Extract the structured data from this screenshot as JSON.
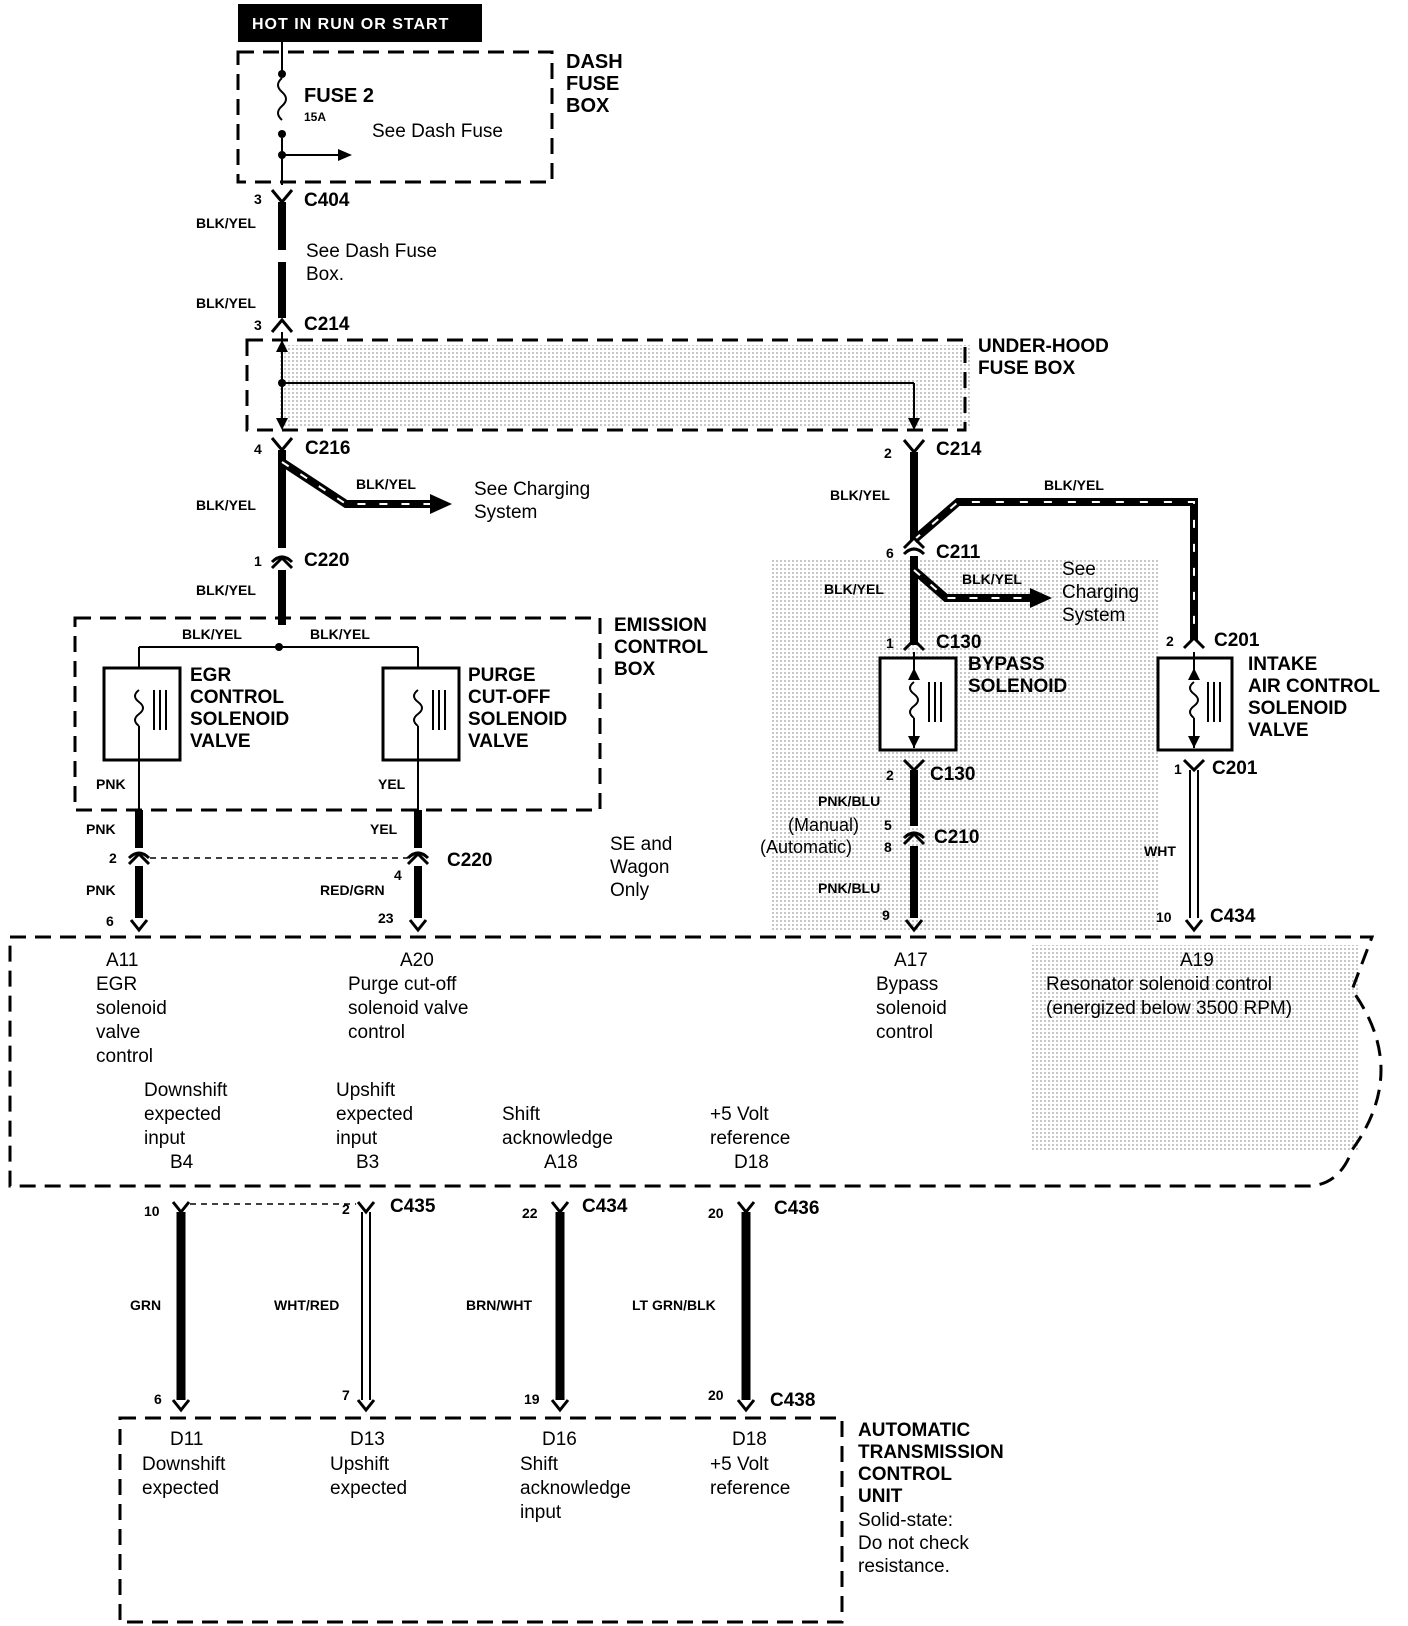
{
  "header": {
    "text": "HOT IN RUN OR START"
  },
  "dash_fuse_box": {
    "line1": "DASH",
    "line2": "FUSE",
    "line3": "BOX",
    "fuse_name": "FUSE 2",
    "fuse_rating": "15A",
    "see_note": "See Dash Fuse"
  },
  "upper_run": {
    "c404": "C404",
    "c404_pin": "3",
    "wire1": "BLK/YEL",
    "see1": "See Dash Fuse",
    "see2": "Box.",
    "wire2": "BLK/YEL",
    "c214": "C214",
    "c214_pin": "3"
  },
  "under_hood": {
    "line1": "UNDER-HOOD",
    "line2": "FUSE BOX"
  },
  "left_branch": {
    "c216": "C216",
    "c216_pin": "4",
    "wire": "BLK/YEL",
    "branch_wire": "BLK/YEL",
    "see1": "See Charging",
    "see2": "System",
    "c220": "C220",
    "c220_pin": "1",
    "wire_below": "BLK/YEL"
  },
  "emission_box": {
    "line1": "EMISSION",
    "line2": "CONTROL",
    "line3": "BOX",
    "wire_left": "BLK/YEL",
    "wire_right": "BLK/YEL",
    "egr1": "EGR",
    "egr2": "CONTROL",
    "egr3": "SOLENOID",
    "egr4": "VALVE",
    "purge1": "PURGE",
    "purge2": "CUT-OFF",
    "purge3": "SOLENOID",
    "purge4": "VALVE",
    "pnk": "PNK",
    "yel": "YEL"
  },
  "lower_left": {
    "pnk_a": "PNK",
    "yel_a": "YEL",
    "pin_2": "2",
    "pin_4": "4",
    "c220": "C220",
    "pnk_b": "PNK",
    "redgrn": "RED/GRN",
    "pin_6": "6",
    "pin_23": "23",
    "se1": "SE and",
    "se2": "Wagon",
    "se3": "Only"
  },
  "right_branch": {
    "c214": "C214",
    "c214_pin": "2",
    "wire1": "BLK/YEL",
    "top_wire": "BLK/YEL",
    "c211": "C211",
    "c211_pin": "6",
    "wire2": "BLK/YEL",
    "branch_wire": "BLK/YEL",
    "see1": "See",
    "see2": "Charging",
    "see3": "System",
    "c130": "C130",
    "c130_pin1": "1",
    "bypass1": "BYPASS",
    "bypass2": "SOLENOID",
    "c130_pin2": "2",
    "pnkblu1": "PNK/BLU",
    "manual": "(Manual)",
    "manual_pin": "5",
    "auto": "(Automatic)",
    "auto_pin": "8",
    "c210": "C210",
    "pnkblu2": "PNK/BLU",
    "pin_9": "9",
    "c201": "C201",
    "c201_pin2": "2",
    "intake1": "INTAKE",
    "intake2": "AIR CONTROL",
    "intake3": "SOLENOID",
    "intake4": "VALVE",
    "c201_pin1": "1",
    "wht": "WHT",
    "pin_10": "10",
    "c434": "C434"
  },
  "ecm": {
    "a11": "A11",
    "a11_l1": "EGR",
    "a11_l2": "solenoid",
    "a11_l3": "valve",
    "a11_l4": "control",
    "a20": "A20",
    "a20_l1": "Purge cut-off",
    "a20_l2": "solenoid valve",
    "a20_l3": "control",
    "a17": "A17",
    "a17_l1": "Bypass",
    "a17_l2": "solenoid",
    "a17_l3": "control",
    "a19": "A19",
    "a19_l1": "Resonator solenoid control",
    "a19_l2": "(energized below 3500 RPM)",
    "b4_l1": "Downshift",
    "b4_l2": "expected",
    "b4_l3": "input",
    "b4": "B4",
    "b3_l1": "Upshift",
    "b3_l2": "expected",
    "b3_l3": "input",
    "b3": "B3",
    "a18_l1": "Shift",
    "a18_l2": "acknowledge",
    "a18": "A18",
    "d18_l1": "+5 Volt",
    "d18_l2": "reference",
    "d18": "D18"
  },
  "bottom_wires": {
    "p10": "10",
    "grn": "GRN",
    "p6": "6",
    "p2": "2",
    "c435": "C435",
    "whtred": "WHT/RED",
    "p7": "7",
    "p22": "22",
    "c434": "C434",
    "brnwht": "BRN/WHT",
    "p19": "19",
    "p20a": "20",
    "c436": "C436",
    "ltgrnblk": "LT GRN/BLK",
    "p20b": "20",
    "c438": "C438"
  },
  "tcu": {
    "d11": "D11",
    "d11_l1": "Downshift",
    "d11_l2": "expected",
    "d13": "D13",
    "d13_l1": "Upshift",
    "d13_l2": "expected",
    "d16": "D16",
    "d16_l1": "Shift",
    "d16_l2": "acknowledge",
    "d16_l3": "input",
    "d18": "D18",
    "d18_l1": "+5 Volt",
    "d18_l2": "reference",
    "title1": "AUTOMATIC",
    "title2": "TRANSMISSION",
    "title3": "CONTROL",
    "title4": "UNIT",
    "note1": "Solid-state:",
    "note2": "Do not check",
    "note3": "resistance."
  },
  "colors": {
    "ink": "#000000",
    "paper": "#ffffff",
    "shade": "#dcdcdc"
  }
}
